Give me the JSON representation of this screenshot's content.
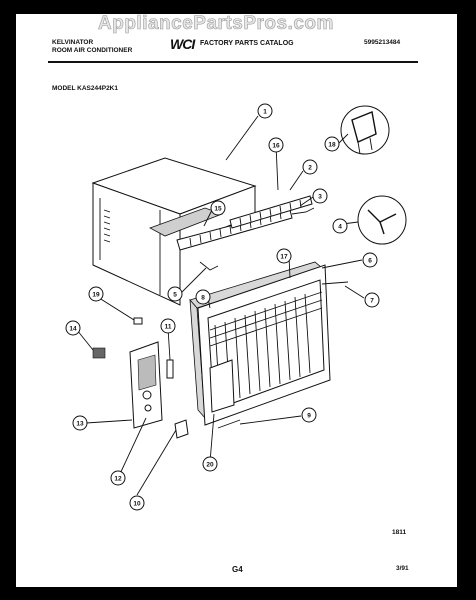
{
  "watermark": "AppliancePartsPros.com",
  "header": {
    "brand": "KELVINATOR",
    "product": "ROOM AIR CONDITIONER",
    "logo": "WCI",
    "catalog": "FACTORY PARTS CATALOG",
    "part_number": "5995213484",
    "model": "MODEL KAS244P2K1"
  },
  "callouts": [
    "1",
    "2",
    "3",
    "4",
    "5",
    "6",
    "7",
    "8",
    "9",
    "10",
    "11",
    "12",
    "13",
    "14",
    "15",
    "16",
    "17",
    "18",
    "19",
    "20"
  ],
  "footer": {
    "code": "1811",
    "page": "G4",
    "date": "3/91"
  }
}
